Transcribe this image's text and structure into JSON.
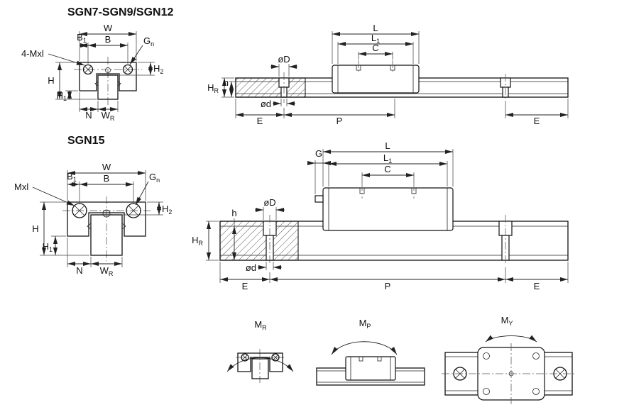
{
  "titles": {
    "group1": "SGN7-SGN9/SGN12",
    "group2": "SGN15"
  },
  "labels": {
    "W": {
      "base": "W",
      "sub": ""
    },
    "B": {
      "base": "B",
      "sub": ""
    },
    "B1": {
      "base": "B",
      "sub": "1"
    },
    "Gn": {
      "base": "G",
      "sub": "n"
    },
    "fourMxl": {
      "base": "4-Mxl",
      "sub": ""
    },
    "Mxl": {
      "base": "Mxl",
      "sub": ""
    },
    "H": {
      "base": "H",
      "sub": ""
    },
    "H1": {
      "base": "H",
      "sub": "1"
    },
    "H2": {
      "base": "H",
      "sub": "2"
    },
    "N": {
      "base": "N",
      "sub": ""
    },
    "WR": {
      "base": "W",
      "sub": "R"
    },
    "L": {
      "base": "L",
      "sub": ""
    },
    "L1": {
      "base": "L",
      "sub": "1"
    },
    "C": {
      "base": "C",
      "sub": ""
    },
    "E": {
      "base": "E",
      "sub": ""
    },
    "P": {
      "base": "P",
      "sub": ""
    },
    "G": {
      "base": "G",
      "sub": ""
    },
    "h": {
      "base": "h",
      "sub": ""
    },
    "HR": {
      "base": "H",
      "sub": "R"
    },
    "dD": {
      "base": "øD",
      "sub": ""
    },
    "dd": {
      "base": "ød",
      "sub": ""
    },
    "MR": {
      "base": "M",
      "sub": "R"
    },
    "MP": {
      "base": "M",
      "sub": "P"
    },
    "MY": {
      "base": "M",
      "sub": "Y"
    }
  }
}
